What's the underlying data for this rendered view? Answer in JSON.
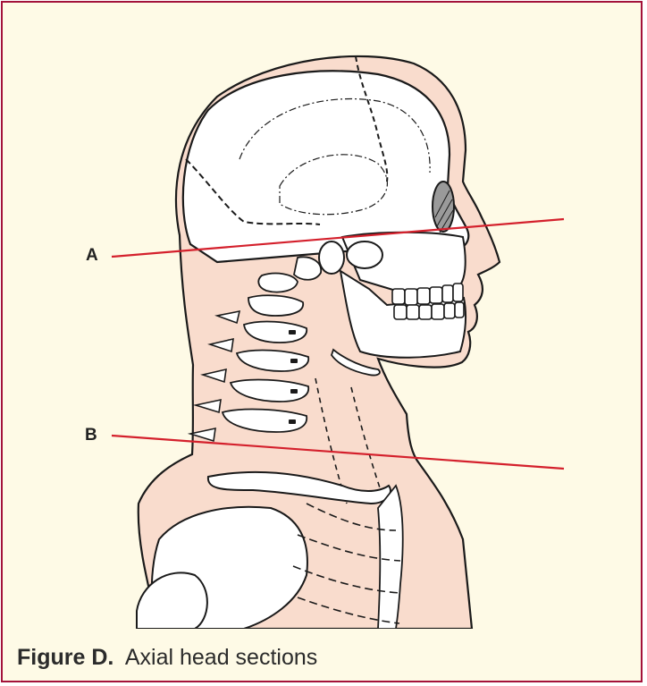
{
  "labels": {
    "section_a": "A",
    "section_b": "B"
  },
  "caption": {
    "figure_label": "Figure D.",
    "text": "Axial head sections"
  },
  "colors": {
    "border": "#a3123a",
    "background": "#fefae6",
    "skin": "#f9dccd",
    "section_line": "#d4202c",
    "outline": "#1a1a1a"
  }
}
